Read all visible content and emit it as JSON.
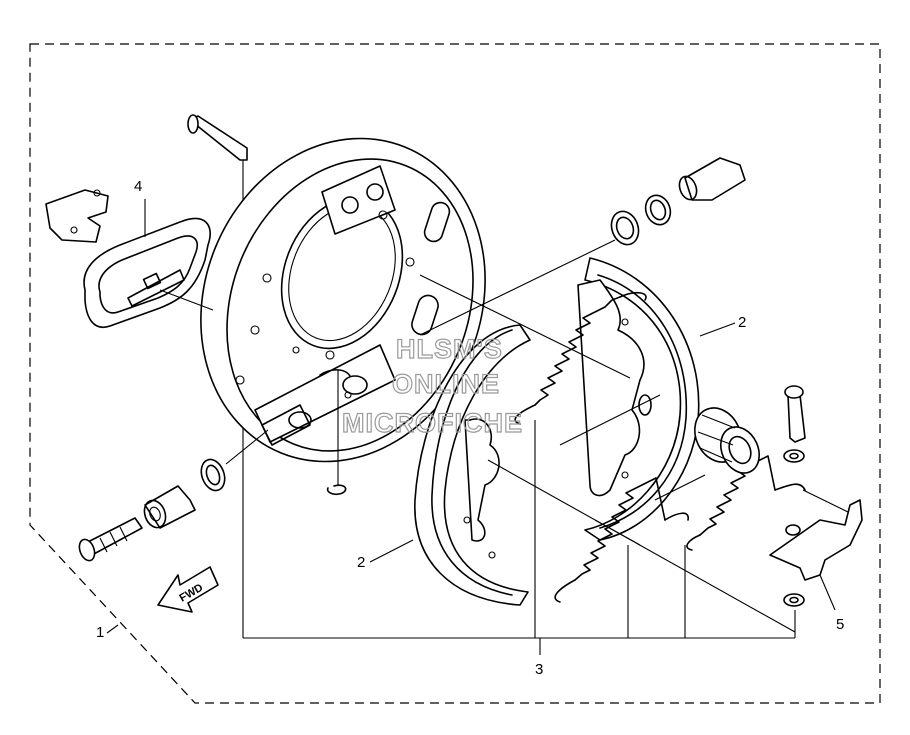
{
  "diagram": {
    "callouts": {
      "c1": "1",
      "c2a": "2",
      "c2b": "2",
      "c3": "3",
      "c4": "4",
      "c5": "5"
    },
    "direction_label": "FWD",
    "watermark": {
      "line1": "HLSM'S",
      "line2": "ONLINE",
      "line3": "MICROFICHE"
    }
  }
}
